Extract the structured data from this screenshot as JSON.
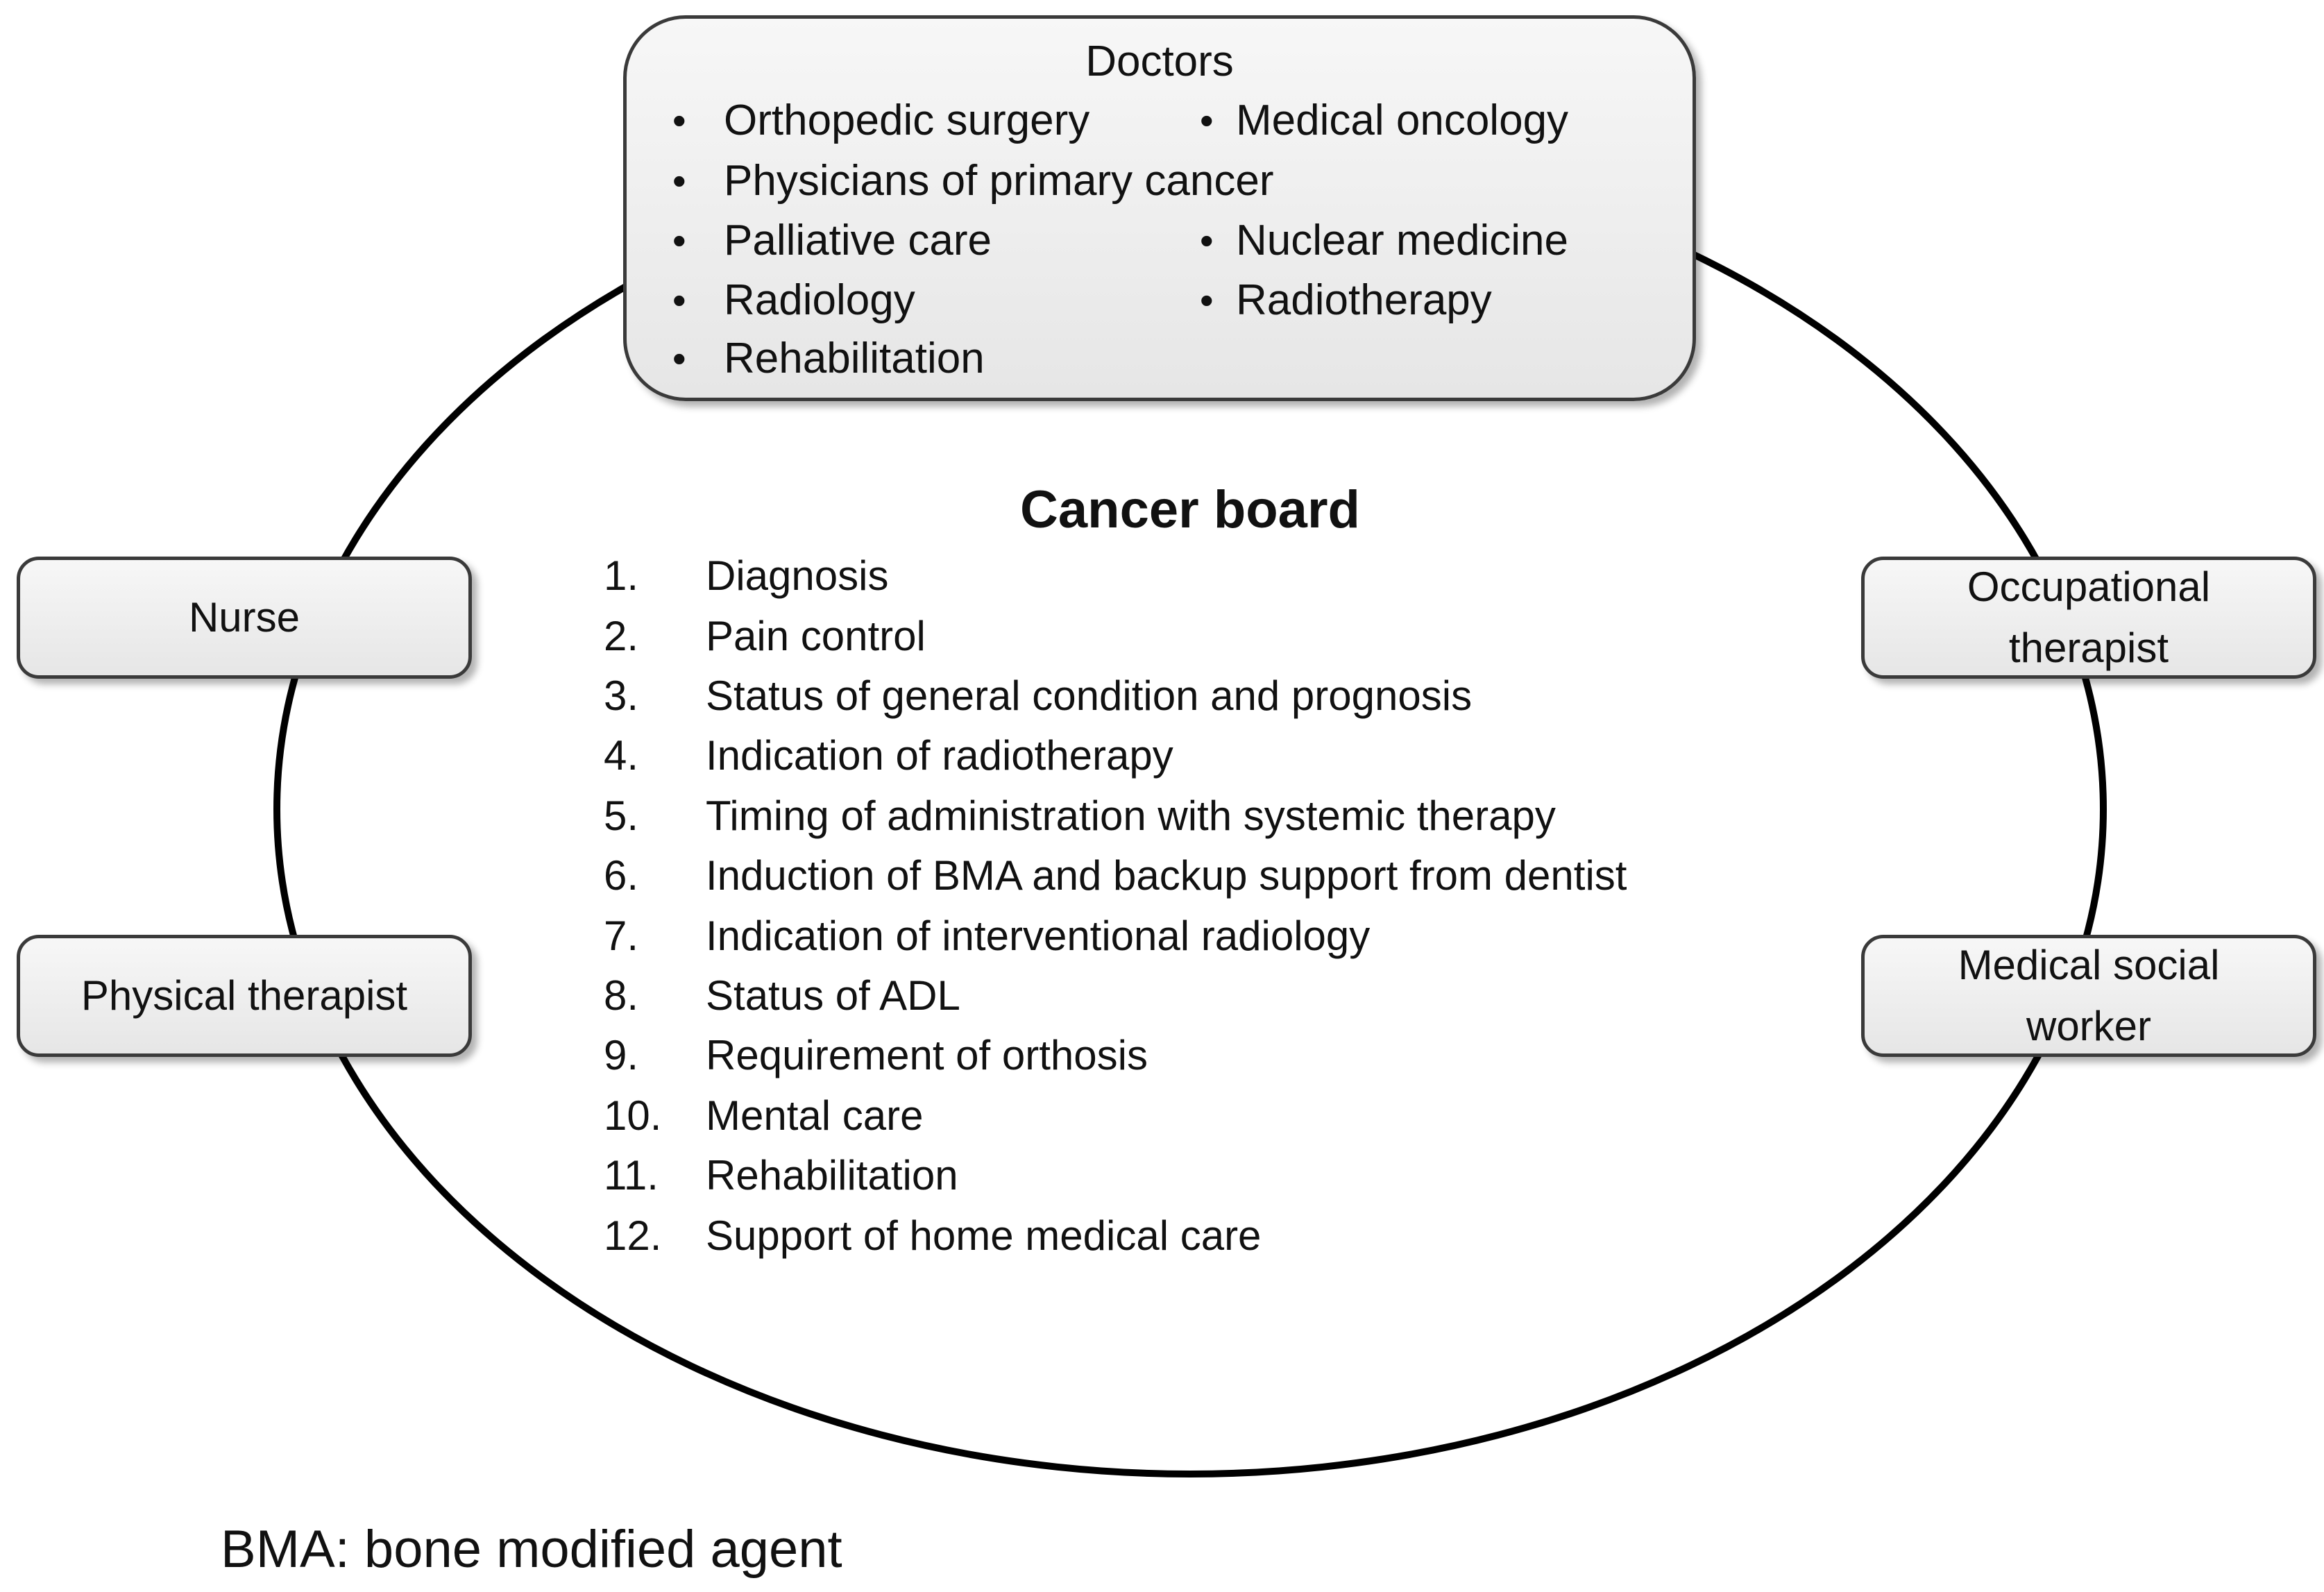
{
  "diagram": {
    "doctors": {
      "title": "Doctors",
      "items": [
        "Orthopedic surgery",
        "Medical oncology",
        "Physicians of primary cancer",
        "Palliative care",
        "Nuclear medicine",
        "Radiology",
        "Radiotherapy",
        "Rehabilitation"
      ]
    },
    "nodes": {
      "nurse": "Nurse",
      "physical_therapist": "Physical therapist",
      "occupational_therapist": "Occupational therapist",
      "medical_social_worker": "Medical social worker"
    },
    "board": {
      "title": "Cancer board",
      "items": [
        {
          "num": "1.",
          "text": "Diagnosis"
        },
        {
          "num": "2.",
          "text": "Pain control"
        },
        {
          "num": "3.",
          "text": "Status of general condition and prognosis"
        },
        {
          "num": "4.",
          "text": "Indication of radiotherapy"
        },
        {
          "num": "5.",
          "text": "Timing of administration with systemic therapy"
        },
        {
          "num": "6.",
          "text": "Induction of BMA and backup support from dentist"
        },
        {
          "num": "7.",
          "text": "Indication of interventional radiology"
        },
        {
          "num": "8.",
          "text": "Status of ADL"
        },
        {
          "num": "9.",
          "text": "Requirement of orthosis"
        },
        {
          "num": "10.",
          "text": "Mental care"
        },
        {
          "num": "11.",
          "text": "Rehabilitation"
        },
        {
          "num": "12.",
          "text": "Support of home medical care"
        }
      ]
    },
    "footnote": "BMA: bone modified agent",
    "bullet_char": "•"
  }
}
